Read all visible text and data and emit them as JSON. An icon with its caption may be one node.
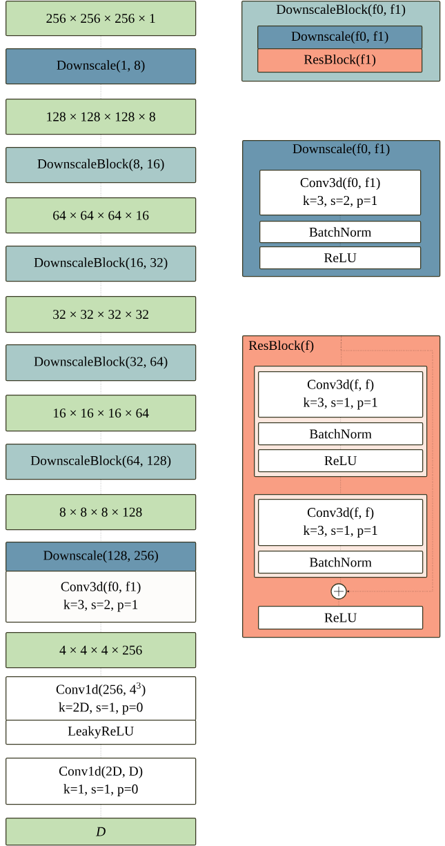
{
  "diagram": {
    "nodes": [
      {
        "text": [
          "256 × 256 × 256 × 1"
        ]
      },
      {
        "text": [
          "Downscale(1, 8)"
        ]
      },
      {
        "text": [
          "128 × 128 × 128 × 8"
        ]
      },
      {
        "text": [
          "DownscaleBlock(8, 16)"
        ]
      },
      {
        "text": [
          "64 × 64 × 64 × 16"
        ]
      },
      {
        "text": [
          "DownscaleBlock(16, 32)"
        ]
      },
      {
        "text": [
          "32 × 32 × 32 × 32"
        ]
      },
      {
        "text": [
          "DownscaleBlock(32, 64)"
        ]
      },
      {
        "text": [
          "16 × 16 × 16 × 64"
        ]
      },
      {
        "text": [
          "DownscaleBlock(64, 128)"
        ]
      },
      {
        "text": [
          "8 × 8 × 8 × 128"
        ]
      },
      {
        "text": [
          "Downscale(128, 256)"
        ]
      },
      {
        "text": [
          "Conv3d(f0, f1)",
          "k=3, s=2, p=1"
        ]
      },
      {
        "text": [
          "4 × 4 × 4 × 256"
        ]
      },
      {
        "text": [
          "Conv1d(256, 4$^{3}$)",
          "k=2D, s=1, p=0"
        ]
      },
      {
        "text": [
          "LeakyReLU"
        ]
      },
      {
        "text": [
          "Conv1d(2D, D)",
          "k=1, s=1, p=0"
        ]
      },
      {
        "text": [
          "D"
        ]
      },
      {
        "text": [
          "DownscaleBlock(f0, f1)"
        ]
      },
      {
        "text": [
          "Downscale(f0, f1)"
        ],
        "in": 18
      },
      {
        "text": [
          "ResBlock(f1)"
        ],
        "in": 18
      },
      {
        "text": [
          "Downscale(f0, f1)"
        ]
      },
      {
        "text": [
          "Conv3d(f0, f1)",
          "k=3, s=2, p=1"
        ],
        "in": 21
      },
      {
        "text": [
          "BatchNorm"
        ],
        "in": 21
      },
      {
        "text": [
          "ReLU"
        ],
        "in": 21
      },
      {
        "text": [
          "ResBlock(f)"
        ]
      },
      {
        "text": [],
        "shape": "box",
        "in": 25
      },
      {
        "text": [
          "Conv3d(f, f)",
          "k=3, s=1, p=1"
        ],
        "in": 26
      },
      {
        "text": [
          "BatchNorm"
        ],
        "in": 26
      },
      {
        "text": [
          "ReLU"
        ],
        "in": 26
      },
      {
        "text": [],
        "shape": "box",
        "in": 25
      },
      {
        "text": [
          "Conv3d(f, f)",
          "k=3, s=1, p=1"
        ],
        "in": 30
      },
      {
        "text": [
          "BatchNorm"
        ],
        "in": 30
      },
      {
        "text": [],
        "shape": "circle",
        "in": 25
      },
      {
        "text": [
          "ReLU"
        ],
        "in": 25
      }
    ],
    "edges": [
      {
        "from": 0,
        "to": 1,
        "arrow": "none"
      },
      {
        "from": 1,
        "to": 2,
        "arrow": "none"
      },
      {
        "from": 2,
        "to": 3,
        "arrow": "none"
      },
      {
        "from": 3,
        "to": 4,
        "arrow": "none"
      },
      {
        "from": 4,
        "to": 5,
        "arrow": "none"
      },
      {
        "from": 5,
        "to": 6,
        "arrow": "none"
      },
      {
        "from": 6,
        "to": 7,
        "arrow": "none"
      },
      {
        "from": 7,
        "to": 8,
        "arrow": "none"
      },
      {
        "from": 8,
        "to": 9,
        "arrow": "none"
      },
      {
        "from": 9,
        "to": 10,
        "arrow": "none"
      },
      {
        "from": 10,
        "to": 11,
        "arrow": "none"
      },
      {
        "from": 12,
        "to": 13,
        "arrow": "none"
      },
      {
        "from": 13,
        "to": 14,
        "arrow": "none"
      },
      {
        "from": 15,
        "to": 16,
        "arrow": "none"
      },
      {
        "from": 16,
        "to": 17,
        "arrow": "none"
      },
      {
        "from": 22,
        "to": 23,
        "arrow": "none"
      },
      {
        "from": 23,
        "to": 24,
        "arrow": "none"
      },
      {
        "from": 25,
        "to": 26,
        "arrow": "none"
      },
      {
        "from": 27,
        "to": 28,
        "arrow": "none"
      },
      {
        "from": 28,
        "to": 29,
        "arrow": "none"
      },
      {
        "from": 26,
        "to": 30,
        "arrow": "none"
      },
      {
        "from": 31,
        "to": 32,
        "arrow": "none"
      },
      {
        "from": 30,
        "to": 33,
        "arrow": "none"
      },
      {
        "from": 33,
        "to": 34,
        "arrow": "none"
      },
      {
        "from": 25,
        "to": 33,
        "arrow": "to"
      }
    ]
  }
}
